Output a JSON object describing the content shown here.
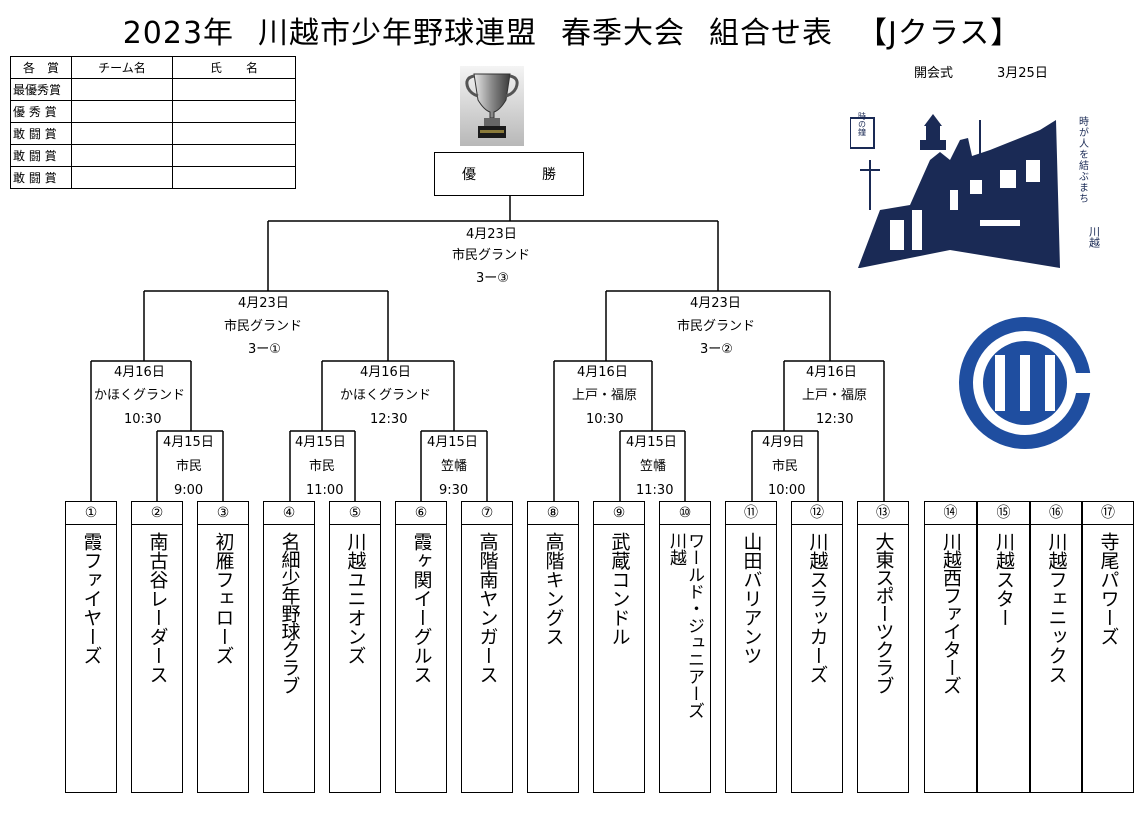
{
  "title": {
    "year": "2023年",
    "league": "川越市少年野球連盟",
    "event": "春季大会",
    "sheet": "組合せ表",
    "class": "【Jクラス】"
  },
  "opening": {
    "label": "開会式",
    "date": "3月25日"
  },
  "awards": {
    "headers": [
      "各　賞",
      "チーム名",
      "氏　　名"
    ],
    "rows": [
      "最優秀賞",
      "優 秀 賞",
      "敢 闘 賞",
      "敢 闘 賞",
      "敢 闘 賞"
    ]
  },
  "champion_label": "優　勝",
  "games": {
    "final": {
      "date": "4月23日",
      "venue": "市民グランド",
      "code": "3ー③"
    },
    "semi_left": {
      "date": "4月23日",
      "venue": "市民グランド",
      "code": "3ー①"
    },
    "semi_right": {
      "date": "4月23日",
      "venue": "市民グランド",
      "code": "3ー②"
    },
    "q1": {
      "date": "4月16日",
      "venue": "かほくグランド",
      "time": "10:30"
    },
    "q2": {
      "date": "4月16日",
      "venue": "かほくグランド",
      "time": "12:30"
    },
    "q3": {
      "date": "4月16日",
      "venue": "上戸・福原",
      "time": "10:30"
    },
    "q4": {
      "date": "4月16日",
      "venue": "上戸・福原",
      "time": "12:30"
    },
    "r1": {
      "date": "4月15日",
      "venue": "市民",
      "time": "9:00"
    },
    "r2": {
      "date": "4月15日",
      "venue": "市民",
      "time": "11:00"
    },
    "r3": {
      "date": "4月15日",
      "venue": "笠幡",
      "time": "9:30"
    },
    "r4": {
      "date": "4月15日",
      "venue": "笠幡",
      "time": "11:30"
    },
    "r5": {
      "date": "4月9日",
      "venue": "市民",
      "time": "10:00"
    }
  },
  "teams": [
    {
      "num": "①",
      "name": "霞ファイヤーズ"
    },
    {
      "num": "②",
      "name": "南古谷レーダース"
    },
    {
      "num": "③",
      "name": "初雁フェローズ"
    },
    {
      "num": "④",
      "name": "名細少年野球クラブ"
    },
    {
      "num": "⑤",
      "name": "川越ユニオンズ"
    },
    {
      "num": "⑥",
      "name": "霞ヶ関イーグルス"
    },
    {
      "num": "⑦",
      "name": "高階南ヤンガース"
    },
    {
      "num": "⑧",
      "name": "高階キングス"
    },
    {
      "num": "⑨",
      "name": "武蔵コンドル"
    },
    {
      "num": "⑩",
      "name": "川越ワールド・ジュニアーズ"
    },
    {
      "num": "⑪",
      "name": "山田バリアンツ"
    },
    {
      "num": "⑫",
      "name": "川越スラッカーズ"
    },
    {
      "num": "⑬",
      "name": "大東スポーツクラブ"
    },
    {
      "num": "⑭",
      "name": "川越西ファイターズ"
    },
    {
      "num": "⑮",
      "name": "川越スター"
    },
    {
      "num": "⑯",
      "name": "川越フェニックス"
    },
    {
      "num": "⑰",
      "name": "寺尾パワーズ"
    }
  ],
  "art_caption": "時が人を結ぶまち",
  "art_signature": "川越",
  "art_sign": "時の鐘"
}
